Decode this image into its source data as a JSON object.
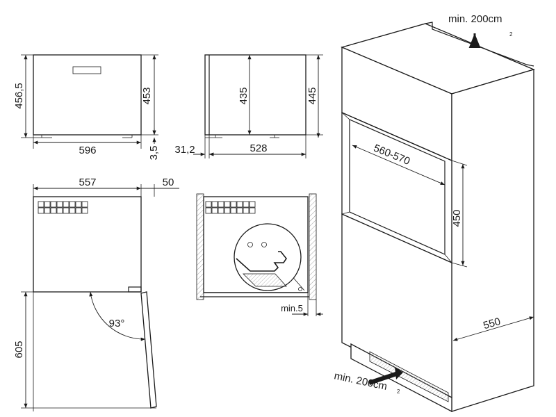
{
  "front_view": {
    "height_total": "456,5",
    "height_body": "453",
    "width": "596",
    "feet_height": "3,5"
  },
  "side_view": {
    "front_offset": "31,2",
    "inner_height": "435",
    "total_height": "445",
    "depth": "528"
  },
  "top_view": {
    "width": "557",
    "front_panel": "50",
    "door_length": "605",
    "opening_angle": "93°"
  },
  "detail_view": {
    "clearance": "min.5"
  },
  "installation_view": {
    "ventilation_top": "min. 200cm",
    "ventilation_top_unit": "2",
    "niche_width": "560-570",
    "niche_height": "450",
    "cabinet_depth": "550",
    "ventilation_bottom": "min. 200cm",
    "ventilation_bottom_unit": "2"
  },
  "colors": {
    "line": "#1a1a1a",
    "hatch": "#bbbbbb",
    "background": "#ffffff"
  }
}
